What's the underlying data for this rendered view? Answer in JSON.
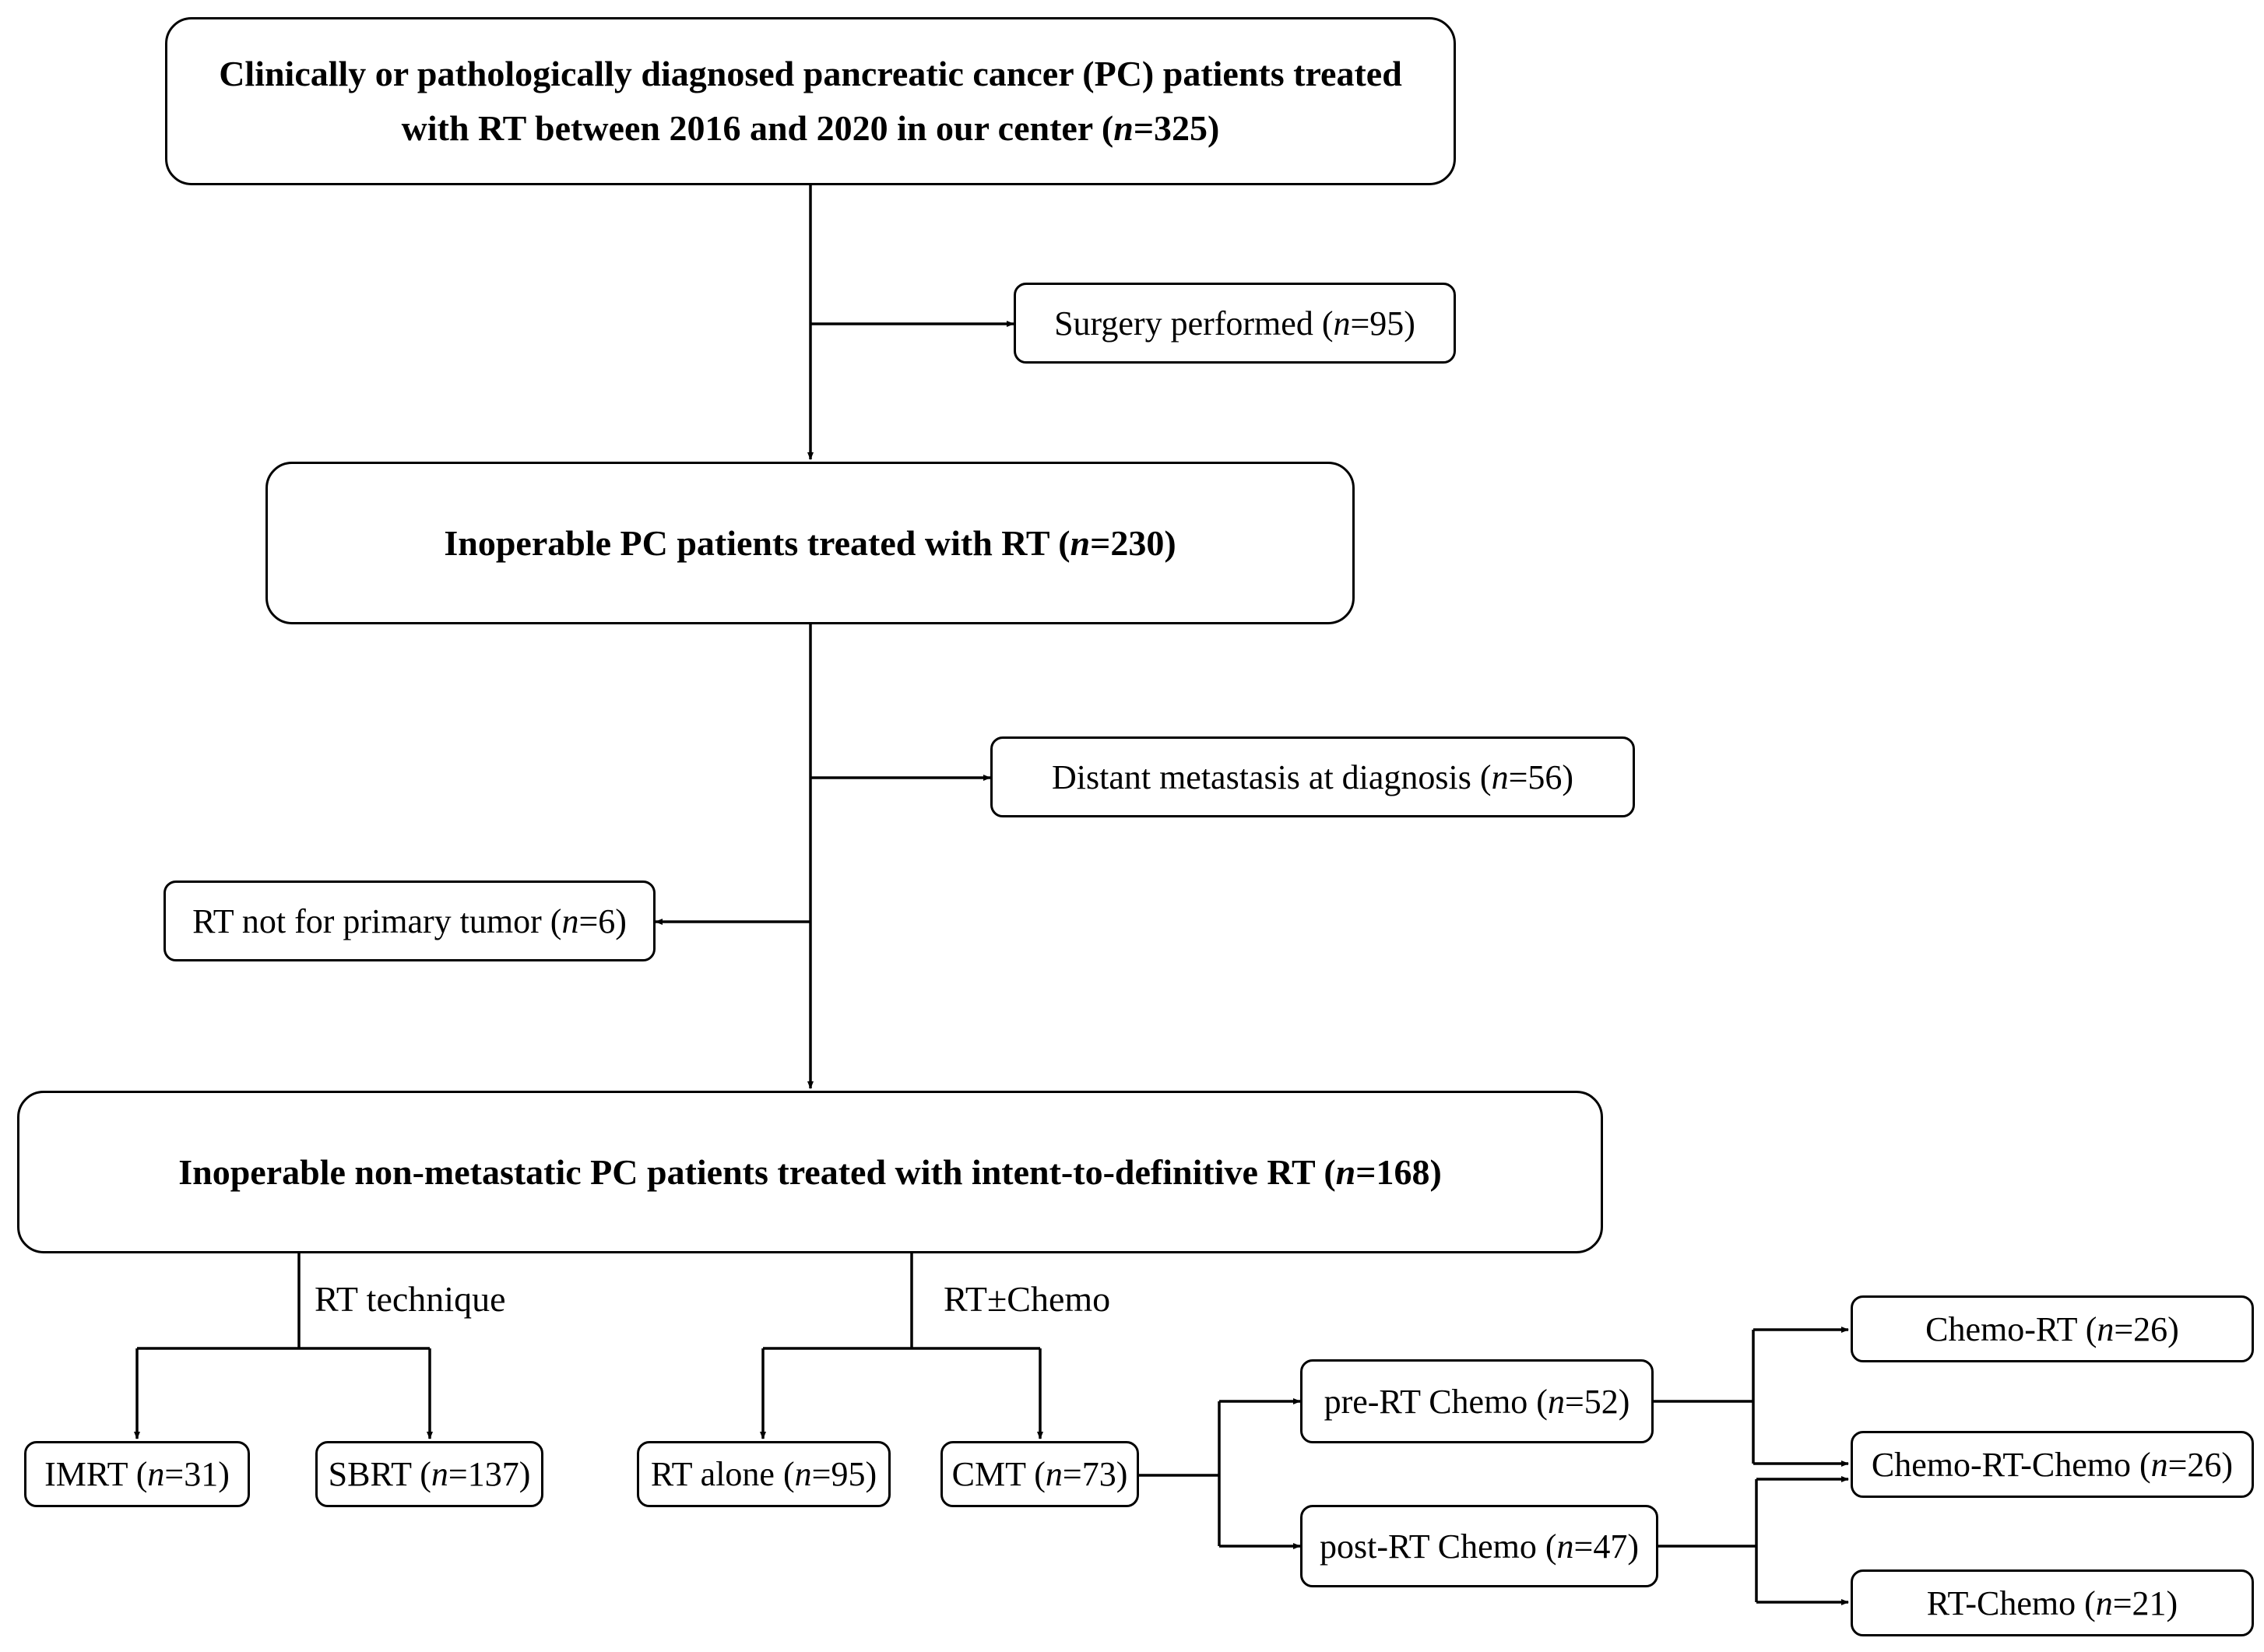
{
  "boxes": {
    "b1": {
      "pre": "Clinically or pathologically  diagnosed pancreatic cancer (PC) patients treated with RT between 2016 and 2020 in our center (",
      "n": "n",
      "post": "=325)"
    },
    "surgery": {
      "pre": "Surgery performed (",
      "n": "n",
      "post": "=95)"
    },
    "b2": {
      "pre": "Inoperable PC patients treated with RT (",
      "n": "n",
      "post": "=230)"
    },
    "metastasis": {
      "pre": "Distant metastasis at diagnosis (",
      "n": "n",
      "post": "=56)"
    },
    "not_primary": {
      "pre": "RT not for primary tumor (",
      "n": "n",
      "post": "=6)"
    },
    "b3": {
      "pre": "Inoperable non-metastatic PC patients treated  with intent-to-definitive RT (",
      "n": "n",
      "post": "=168)"
    },
    "imrt": {
      "pre": "IMRT (",
      "n": "n",
      "post": "=31)"
    },
    "sbrt": {
      "pre": "SBRT (",
      "n": "n",
      "post": "=137)"
    },
    "rt_alone": {
      "pre": "RT alone (",
      "n": "n",
      "post": "=95)"
    },
    "cmt": {
      "pre": "CMT (",
      "n": "n",
      "post": "=73)"
    },
    "pre_rt": {
      "pre": "pre-RT Chemo (",
      "n": "n",
      "post": "=52)"
    },
    "post_rt": {
      "pre": "post-RT Chemo (",
      "n": "n",
      "post": "=47)"
    },
    "chemo_rt": {
      "pre": "Chemo-RT (",
      "n": "n",
      "post": "=26)"
    },
    "chemo_rt_chemo": {
      "pre": "Chemo-RT-Chemo (",
      "n": "n",
      "post": "=26)"
    },
    "rt_chemo": {
      "pre": "RT-Chemo (",
      "n": "n",
      "post": "=21)"
    }
  },
  "labels": {
    "rt_technique": "RT technique",
    "rt_chemo_split": "RT±Chemo"
  }
}
